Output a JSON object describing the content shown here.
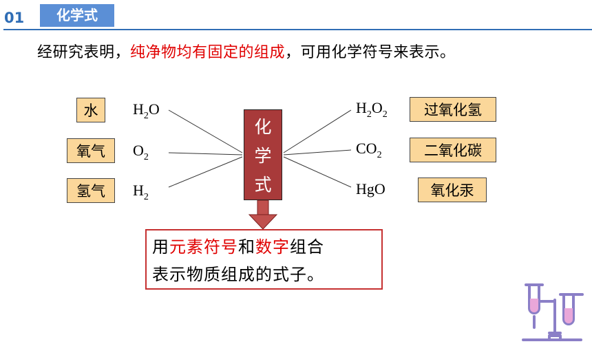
{
  "header": {
    "number": "01",
    "title": "化学式"
  },
  "intro": {
    "part1": "经研究表明，",
    "highlight": "纯净物均有固定的组成",
    "part2": "，可用化学符号来表示。"
  },
  "center": {
    "chars": [
      "化",
      "学",
      "式"
    ]
  },
  "left": [
    {
      "name": "水",
      "formula": "H",
      "sub": "2",
      "tail": "O"
    },
    {
      "name": "氧气",
      "formula": "O",
      "sub": "2",
      "tail": ""
    },
    {
      "name": "氢气",
      "formula": "H",
      "sub": "2",
      "tail": ""
    }
  ],
  "right": [
    {
      "name": "过氧化氢",
      "f1": "H",
      "s1": "2",
      "f2": "O",
      "s2": "2"
    },
    {
      "name": "二氧化碳",
      "f1": "CO",
      "s1": "2",
      "f2": "",
      "s2": ""
    },
    {
      "name": "氧化汞",
      "f1": "HgO",
      "s1": "",
      "f2": "",
      "s2": ""
    }
  ],
  "description": {
    "line1": {
      "a": "用",
      "b": "元素符号",
      "c": "和",
      "d": "数字",
      "e": "组合"
    },
    "line2": "表示物质组成的式子。"
  },
  "colors": {
    "accent_blue": "#2f6db5",
    "box_fill": "#fbd79a",
    "center_fill": "#a83a3a",
    "highlight_red": "#e00000",
    "icon_purple": "#8b7fc7"
  },
  "icons": {
    "corner": "lab-test-tubes-icon"
  }
}
